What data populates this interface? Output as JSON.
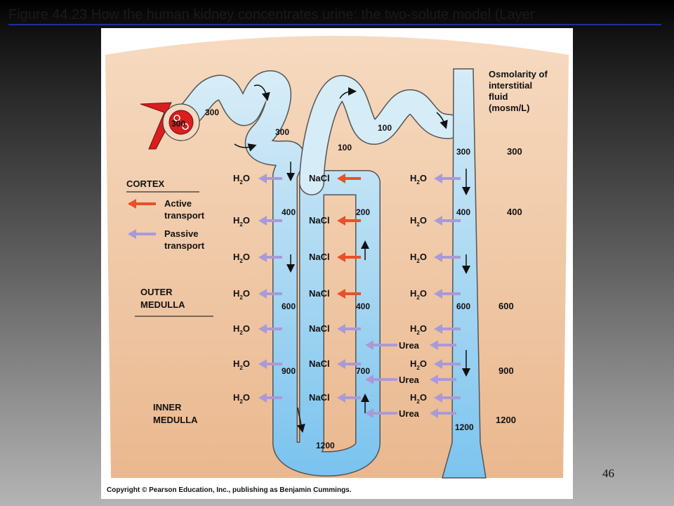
{
  "title": "Figure 44.23 How the human kidney concentrates urine: the two-solute model (Layer",
  "legend": {
    "zone_cortex": "CORTEX",
    "active": "Active transport",
    "active_line1": "Active",
    "active_line2": "transport",
    "passive_line1": "Passive",
    "passive_line2": "transport",
    "zone_outer_1": "OUTER",
    "zone_outer_2": "MEDULLA",
    "zone_inner_1": "INNER",
    "zone_inner_2": "MEDULLA",
    "colors": {
      "active": "#e8502a",
      "passive": "#a99ad6",
      "tubule": "#bfe3f5",
      "tissue": "#f3cfae"
    }
  },
  "column_header": {
    "line1": "Osmolarity of",
    "line2": "interstitial",
    "line3": "fluid",
    "line4": "(mosm/L)"
  },
  "interstitial_values": [
    "300",
    "400",
    "600",
    "900",
    "1200"
  ],
  "tubule_labels": {
    "glomerulus": "300",
    "proximal": "300",
    "proximal_exit": "300",
    "desc_400": "400",
    "desc_600": "600",
    "desc_900": "900",
    "loop_bottom": "1200",
    "asc_100": "100",
    "asc_200": "200",
    "asc_400": "400",
    "asc_700": "700",
    "distal_100": "100",
    "cd_300": "300",
    "cd_400": "400",
    "cd_600": "600",
    "cd_1200": "1200"
  },
  "molecules": {
    "water_h": "H",
    "water_sub": "2",
    "water_o": "O",
    "salt": "NaCl",
    "urea": "Urea"
  },
  "copyright": "Copyright © Pearson Education, Inc., publishing as Benjamin Cummings.",
  "page_number": "46"
}
